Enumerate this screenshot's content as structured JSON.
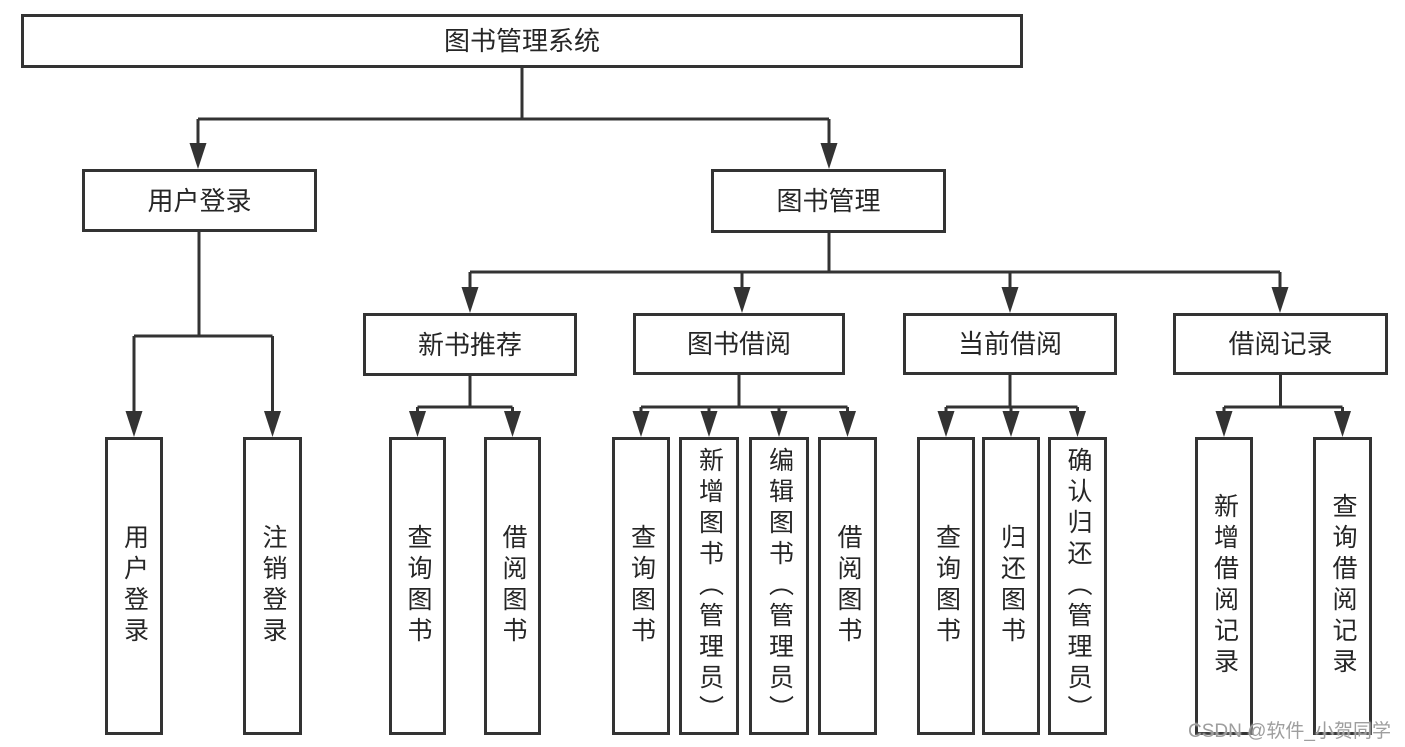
{
  "diagram": {
    "root": {
      "label": "图书管理系统"
    },
    "groups": [
      {
        "label": "用户登录",
        "children": [
          {
            "label": "用户登录"
          },
          {
            "label": "注销登录"
          }
        ]
      },
      {
        "label": "图书管理",
        "children": [
          {
            "label": "新书推荐",
            "children": [
              {
                "label": "查询图书"
              },
              {
                "label": "借阅图书"
              }
            ]
          },
          {
            "label": "图书借阅",
            "children": [
              {
                "label": "查询图书"
              },
              {
                "label": "新增图书（管理员）"
              },
              {
                "label": "编辑图书（管理员）"
              },
              {
                "label": "借阅图书"
              }
            ]
          },
          {
            "label": "当前借阅",
            "children": [
              {
                "label": "查询图书"
              },
              {
                "label": "归还图书"
              },
              {
                "label": "确认归还（管理员）"
              }
            ]
          },
          {
            "label": "借阅记录",
            "children": [
              {
                "label": "新增借阅记录"
              },
              {
                "label": "查询借阅记录"
              }
            ]
          }
        ]
      }
    ]
  },
  "watermark": {
    "text": "CSDN @软件_小贺同学"
  },
  "colors": {
    "line": "#333333",
    "text": "#262626",
    "background": "#ffffff",
    "watermark": "#9e9e9e"
  }
}
